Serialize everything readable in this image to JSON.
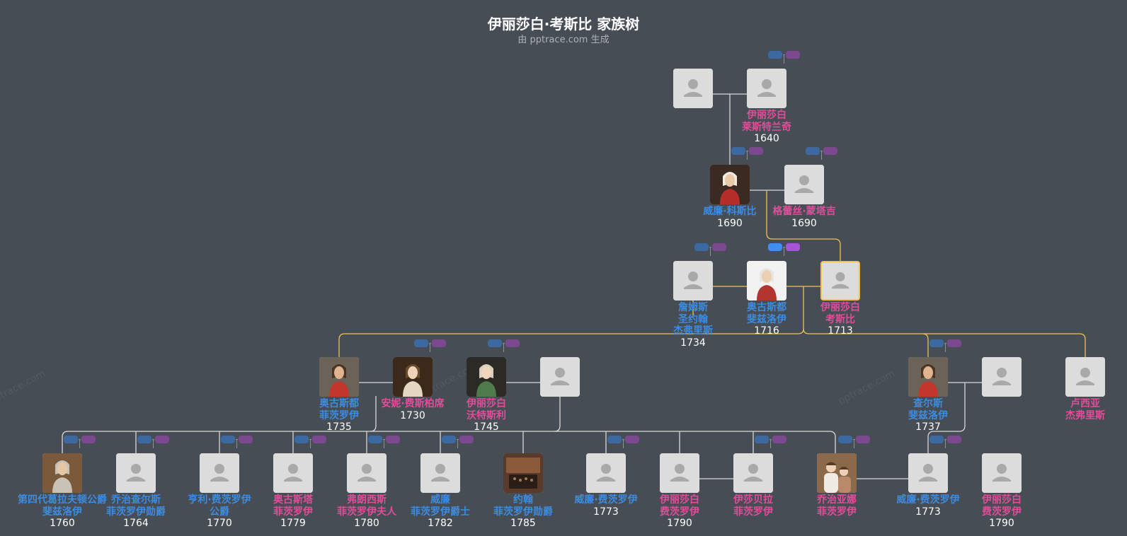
{
  "header": {
    "title": "伊丽莎白·考斯比 家族树",
    "subtitle": "由 pptrace.com 生成",
    "watermark": "pptrace.com"
  },
  "colors": {
    "background": "#474d55",
    "male": "#3b8ce2",
    "female": "#e24c9a",
    "highlight_line": "#f2c14e",
    "line": "#d8d8d8"
  },
  "people": [
    {
      "id": "p1",
      "lines": [],
      "year": "",
      "gender": "m",
      "photo": "placeholder",
      "has_pills": false
    },
    {
      "id": "p2",
      "lines": [
        "伊丽莎白",
        "莱斯特兰奇"
      ],
      "year": "1640",
      "gender": "f",
      "photo": "placeholder",
      "has_pills": true
    },
    {
      "id": "p3",
      "lines": [
        "威廉·科斯比"
      ],
      "year": "1690",
      "gender": "m",
      "photo": "portrait-red-coat",
      "has_pills": true
    },
    {
      "id": "p4",
      "lines": [
        "格蕾丝·蒙塔吉"
      ],
      "year": "1690",
      "gender": "f",
      "photo": "placeholder",
      "has_pills": true
    },
    {
      "id": "p5",
      "lines": [
        "詹姆斯",
        "圣约翰",
        "杰弗里斯"
      ],
      "year": "1734",
      "gender": "m",
      "photo": "placeholder",
      "has_pills": true
    },
    {
      "id": "p6",
      "lines": [
        "奥古斯都",
        "斐兹洛伊"
      ],
      "year": "1716",
      "gender": "m",
      "photo": "portrait-white-wig",
      "has_pills": true,
      "pills_active": true
    },
    {
      "id": "p7",
      "lines": [
        "伊丽莎白",
        "考斯比"
      ],
      "year": "1713",
      "gender": "f",
      "photo": "placeholder",
      "has_pills": false,
      "selected": true
    },
    {
      "id": "p8",
      "lines": [
        "奥古斯都",
        "菲茨罗伊"
      ],
      "year": "1735",
      "gender": "m",
      "photo": "portrait-red-uniform",
      "has_pills": false
    },
    {
      "id": "p9",
      "lines": [
        "安妮·费斯柏席"
      ],
      "year": "1730",
      "gender": "f",
      "photo": "portrait-lady-dark",
      "has_pills": true
    },
    {
      "id": "p10",
      "lines": [
        "伊丽莎白",
        "沃特斯利"
      ],
      "year": "1745",
      "gender": "f",
      "photo": "portrait-lady-green",
      "has_pills": true
    },
    {
      "id": "p11",
      "lines": [],
      "year": "",
      "gender": "m",
      "photo": "placeholder",
      "has_pills": false
    },
    {
      "id": "p12",
      "lines": [
        "查尔斯",
        "斐兹洛伊"
      ],
      "year": "1737",
      "gender": "m",
      "photo": "portrait-red-uniform",
      "has_pills": true
    },
    {
      "id": "p13",
      "lines": [],
      "year": "",
      "gender": "m",
      "photo": "placeholder",
      "has_pills": false
    },
    {
      "id": "p14",
      "lines": [
        "卢西亚",
        "杰弗里斯"
      ],
      "year": "",
      "gender": "f",
      "photo": "placeholder",
      "has_pills": false
    },
    {
      "id": "p15",
      "lines": [
        "第四代葛拉夫顿公爵",
        "斐兹洛伊"
      ],
      "year": "1760",
      "gender": "m",
      "photo": "portrait-duke",
      "has_pills": true
    },
    {
      "id": "p16",
      "lines": [
        "乔治查尔斯",
        "菲茨罗伊勋爵"
      ],
      "year": "1764",
      "gender": "m",
      "photo": "placeholder",
      "has_pills": true
    },
    {
      "id": "p17",
      "lines": [
        "亨利·费茨罗伊",
        "公爵"
      ],
      "year": "1770",
      "gender": "m",
      "photo": "placeholder",
      "has_pills": true
    },
    {
      "id": "p18",
      "lines": [
        "奥古斯塔",
        "菲茨罗伊"
      ],
      "year": "1779",
      "gender": "f",
      "photo": "placeholder",
      "has_pills": true
    },
    {
      "id": "p19",
      "lines": [
        "弗朗西斯",
        "菲茨罗伊夫人"
      ],
      "year": "1780",
      "gender": "f",
      "photo": "placeholder",
      "has_pills": true
    },
    {
      "id": "p20",
      "lines": [
        "威廉",
        "菲茨罗伊爵士"
      ],
      "year": "1782",
      "gender": "m",
      "photo": "placeholder",
      "has_pills": true
    },
    {
      "id": "p21",
      "lines": [
        "约翰",
        "菲茨罗伊勋爵"
      ],
      "year": "1785",
      "gender": "m",
      "photo": "portrait-hall",
      "has_pills": false
    },
    {
      "id": "p22",
      "lines": [
        "威廉·费茨罗伊"
      ],
      "year": "1773",
      "gender": "m",
      "photo": "placeholder",
      "has_pills": true
    },
    {
      "id": "p23",
      "lines": [
        "伊丽莎白",
        "费茨罗伊"
      ],
      "year": "1790",
      "gender": "f",
      "photo": "placeholder",
      "has_pills": false
    },
    {
      "id": "p24",
      "lines": [
        "伊莎贝拉",
        "菲茨罗伊"
      ],
      "year": "",
      "gender": "f",
      "photo": "placeholder",
      "has_pills": true
    },
    {
      "id": "p25",
      "lines": [
        "乔治亚娜",
        "菲茨罗伊"
      ],
      "year": "",
      "gender": "f",
      "photo": "portrait-children",
      "has_pills": true
    },
    {
      "id": "p26",
      "lines": [
        "威廉·费茨罗伊"
      ],
      "year": "1773",
      "gender": "m",
      "photo": "placeholder",
      "has_pills": true
    },
    {
      "id": "p27",
      "lines": [
        "伊丽莎白",
        "费茨罗伊"
      ],
      "year": "1790",
      "gender": "f",
      "photo": "placeholder",
      "has_pills": false
    }
  ]
}
